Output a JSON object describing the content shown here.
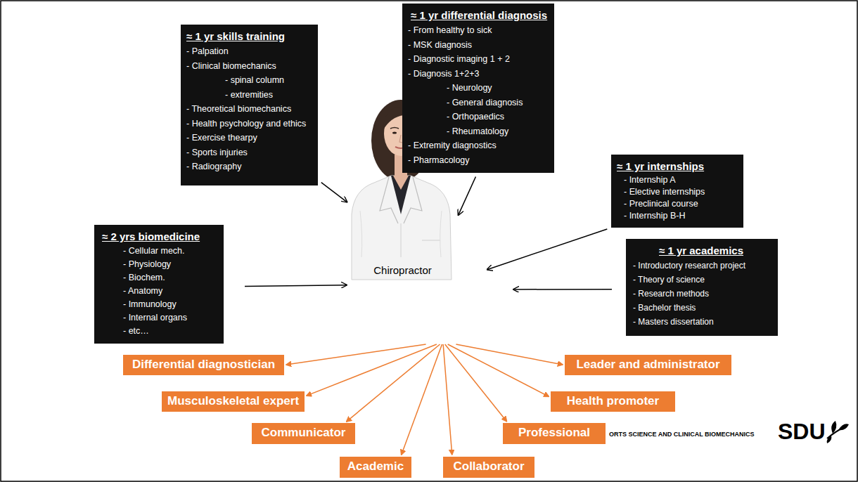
{
  "diagram": {
    "nodes": [
      {
        "text": [
          "≈ 1 yr skills training",
          "- Palpation",
          "- Clinical biomechanics",
          "- spinal column",
          "- extremities",
          "- Theoretical biomechanics",
          "- Health psychology and ethics",
          "- Exercise thearpy",
          "- Sports injuries",
          "- Radiography"
        ]
      },
      {
        "text": [
          "≈ 1 yr differential diagnosis",
          "- From healthy to sick",
          "- MSK diagnosis",
          "- Diagnostic imaging 1 + 2",
          "- Diagnosis 1+2+3",
          "- Neurology",
          "- General diagnosis",
          "- Orthopaedics",
          "- Rheumatology",
          "- Extremity diagnostics",
          "- Pharmacology"
        ]
      },
      {
        "text": [
          "≈ 1 yr internships",
          "- Internship A",
          "- Elective internships",
          "- Preclinical course",
          "- Internship B-H"
        ]
      },
      {
        "text": [
          "≈ 2 yrs biomedicine",
          "- Cellular mech.",
          "- Physiology",
          "- Biochem.",
          "- Anatomy",
          "- Immunology",
          "- Internal organs",
          "- etc…"
        ]
      },
      {
        "text": [
          "Chiropractor"
        ]
      },
      {
        "text": [
          "≈ 1 yr academics",
          "- Introductory research project",
          "- Theory of science",
          "- Research methods",
          "- Bachelor thesis",
          "- Masters dissertation"
        ]
      },
      {
        "text": [
          "Differential diagnostician"
        ]
      },
      {
        "text": [
          "Leader and administrator"
        ]
      },
      {
        "text": [
          "Musculoskeletal expert"
        ]
      },
      {
        "text": [
          "Health promoter"
        ]
      },
      {
        "text": [
          "Communicator"
        ]
      },
      {
        "text": [
          "Professional"
        ]
      },
      {
        "text": [
          "Academic"
        ]
      },
      {
        "text": [
          "Collaborator"
        ]
      }
    ],
    "edges": [
      {
        "from": 0,
        "to": 4,
        "arrow": "to"
      },
      {
        "from": 1,
        "to": 4,
        "arrow": "to"
      },
      {
        "from": 2,
        "to": 4,
        "arrow": "to"
      },
      {
        "from": 3,
        "to": 4,
        "arrow": "to"
      },
      {
        "from": 5,
        "to": 4,
        "arrow": "to"
      },
      {
        "from": 4,
        "to": 6,
        "arrow": "to"
      },
      {
        "from": 4,
        "to": 7,
        "arrow": "to"
      },
      {
        "from": 4,
        "to": 8,
        "arrow": "to"
      },
      {
        "from": 4,
        "to": 9,
        "arrow": "to"
      },
      {
        "from": 4,
        "to": 10,
        "arrow": "to"
      },
      {
        "from": 4,
        "to": 11,
        "arrow": "to"
      },
      {
        "from": 4,
        "to": 12,
        "arrow": "to"
      },
      {
        "from": 4,
        "to": 13,
        "arrow": "to"
      }
    ],
    "labels": [
      "ORTS SCIENCE AND CLINICAL BIOMECHANICS",
      "SDU"
    ]
  }
}
